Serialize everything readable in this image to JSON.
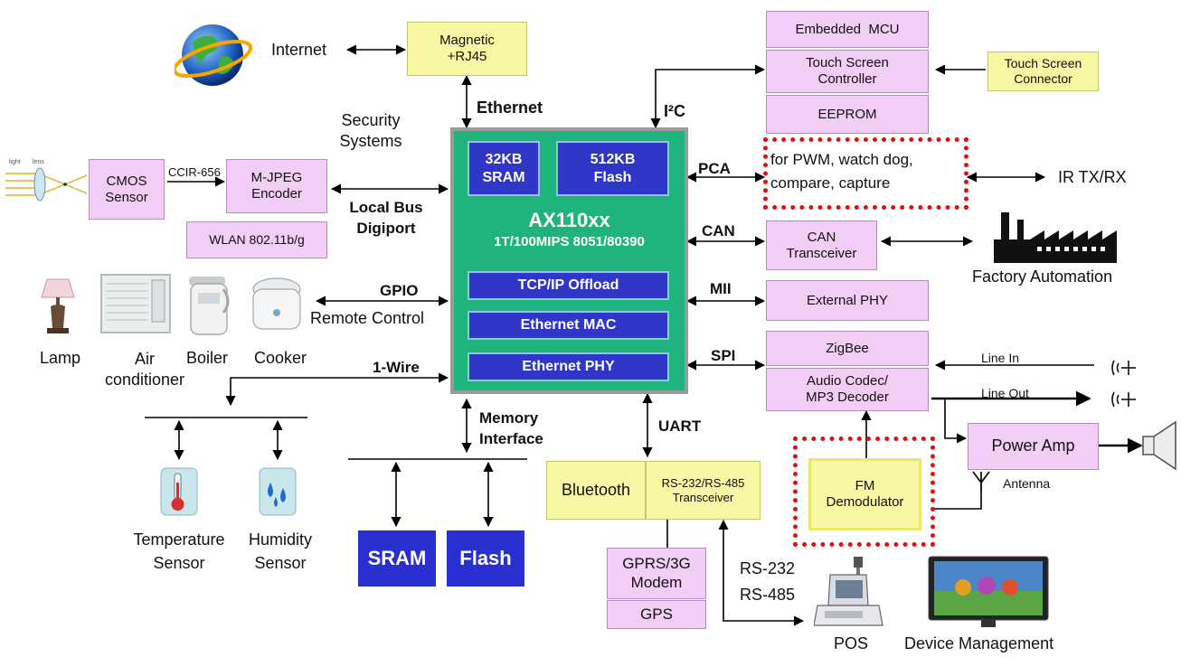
{
  "nodes": {
    "internet": "Internet",
    "magnetic_rj45": [
      "Magnetic",
      "+RJ45"
    ],
    "ethernet": "Ethernet",
    "i2c": "I²C",
    "security_systems": [
      "Security",
      "Systems"
    ],
    "cmos_sensor": [
      "CMOS",
      "Sensor"
    ],
    "ccir": "CCIR-656",
    "mjpeg_encoder": [
      "M-JPEG",
      "Encoder"
    ],
    "wlan": "WLAN 802.11b/g",
    "local_bus": [
      "Local Bus",
      "Digiport"
    ],
    "gpio": "GPIO",
    "remote_control": "Remote Control",
    "one_wire": "1-Wire",
    "memory_interface": [
      "Memory",
      "Interface"
    ],
    "uart": "UART",
    "pca": "PCA",
    "can": "CAN",
    "mii": "MII",
    "spi": "SPI",
    "embedded_mcu": "Embedded  MCU",
    "touch_controller": [
      "Touch Screen",
      "Controller"
    ],
    "touch_connector": [
      "Touch Screen",
      "Connector"
    ],
    "eeprom": "EEPROM",
    "pca_functions": [
      "for PWM, watch dog,",
      "compare, capture"
    ],
    "ir": "IR TX/RX",
    "can_transceiver": [
      "CAN",
      "Transceiver"
    ],
    "factory_automation": "Factory Automation",
    "external_phy": "External PHY",
    "zigbee": "ZigBee",
    "audio_codec": [
      "Audio Codec/",
      "MP3 Decoder"
    ],
    "line_in": "Line In",
    "line_out": "Line Out",
    "power_amp": "Power Amp",
    "fm_demodulator": [
      "FM",
      "Demodulator"
    ],
    "antenna": "Antenna",
    "bluetooth": "Bluetooth",
    "rs_transceiver": [
      "RS-232/RS-485",
      "Transceiver"
    ],
    "gprs": [
      "GPRS/3G",
      "Modem"
    ],
    "gps": "GPS",
    "rs_labels": [
      "RS-232",
      "RS-485"
    ],
    "pos": "POS",
    "device_management": "Device Management",
    "sram_ext": "SRAM",
    "flash_ext": "Flash",
    "lamp": "Lamp",
    "air": [
      "Air",
      "conditioner"
    ],
    "boiler": "Boiler",
    "cooker": "Cooker",
    "temp_sensor": [
      "Temperature",
      "Sensor"
    ],
    "humidity_sensor": [
      "Humidity",
      "Sensor"
    ]
  },
  "chip": {
    "sram": [
      "32KB",
      "SRAM"
    ],
    "flash": [
      "512KB",
      "Flash"
    ],
    "name": "AX110xx",
    "subtitle": "1T/100MIPS 8051/80390",
    "tcpip": "TCP/IP Offload",
    "mac": "Ethernet MAC",
    "phy": "Ethernet PHY"
  },
  "colors": {
    "chip_bg": "#1fb37e",
    "chip_border": "#9a9a9a",
    "module_pink": "#f2cdf5",
    "module_yellow": "#f7f7a4",
    "highlight_dash": "#e01010",
    "block_blue": "#2f36c8"
  }
}
